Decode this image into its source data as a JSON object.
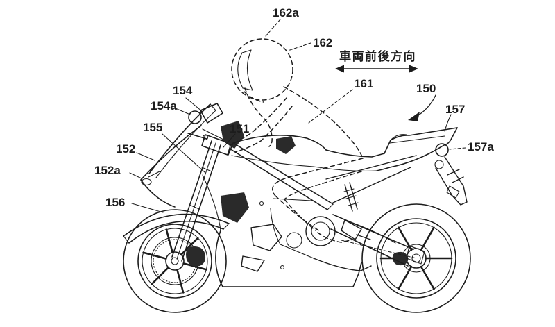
{
  "figure": {
    "direction_label": "車両前後方向"
  },
  "refs": {
    "r150": "150",
    "r151": "151",
    "r152": "152",
    "r152a": "152a",
    "r154": "154",
    "r154a": "154a",
    "r155": "155",
    "r156": "156",
    "r157": "157",
    "r157a": "157a",
    "r161": "161",
    "r162": "162",
    "r162a": "162a"
  },
  "colors": {
    "line": "#1c1c1c",
    "background": "#ffffff"
  }
}
